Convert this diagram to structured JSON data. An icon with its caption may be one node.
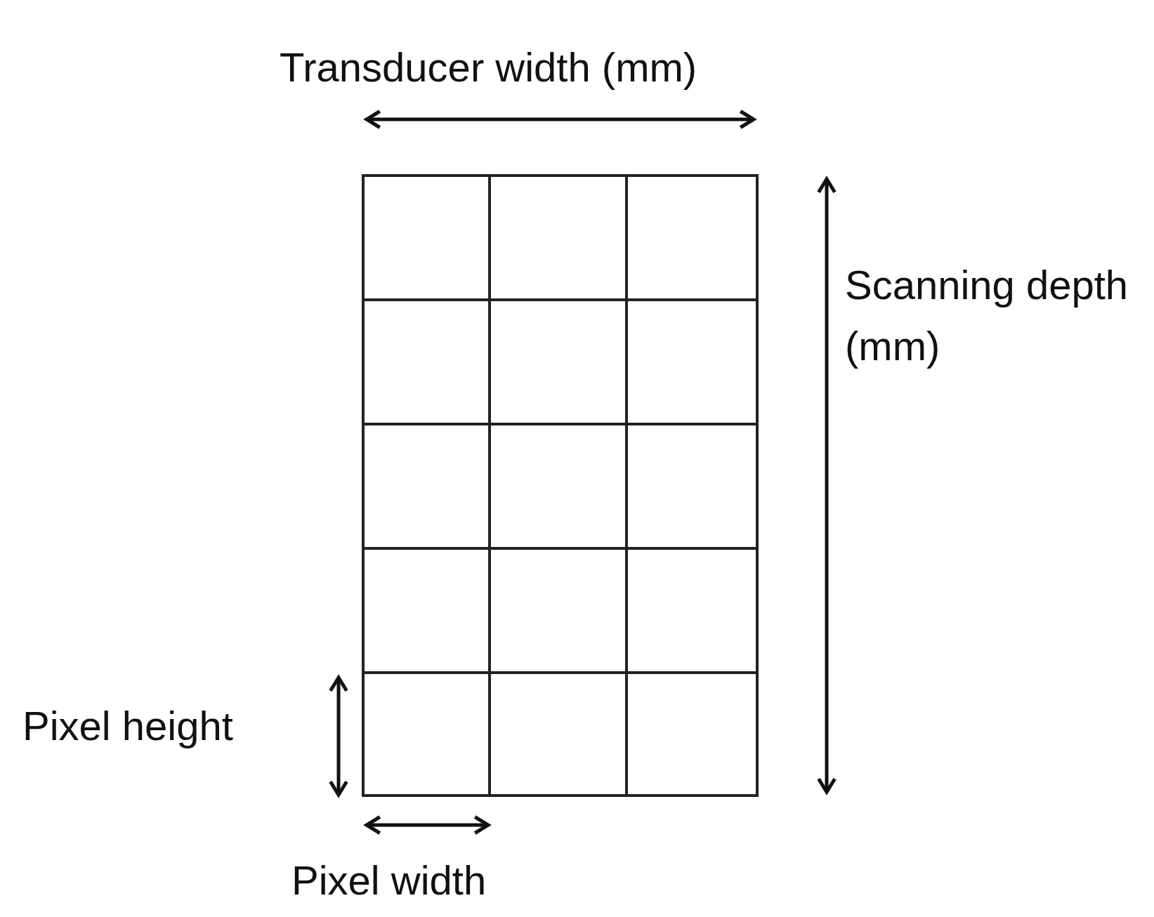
{
  "diagram": {
    "labels": [
      "Transducer width (mm)",
      "Scanning depth (mm)",
      "Pixel height",
      "Pixel width"
    ]
  }
}
